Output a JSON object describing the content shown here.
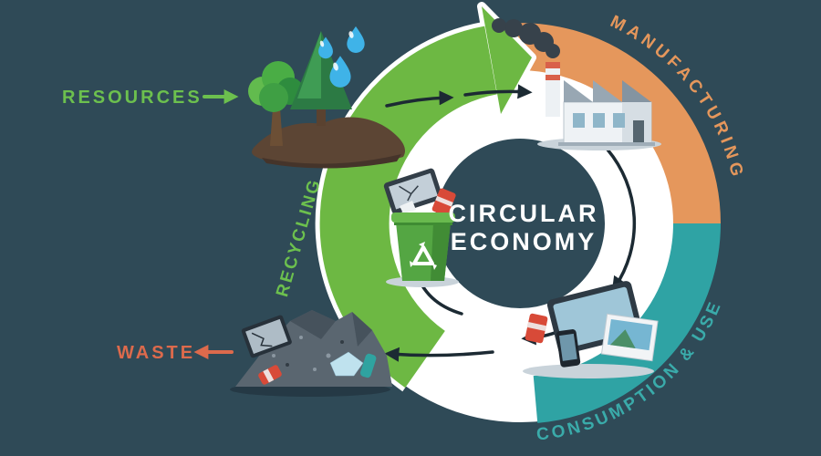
{
  "title": {
    "line1": "CIRCULAR",
    "line2": "ECONOMY"
  },
  "labels": {
    "resources": "RESOURCES",
    "manufacturing": "MANUFACTURING",
    "consumption_use": "CONSUMPTION & USE",
    "recycling": "RECYCLING",
    "waste": "WASTE"
  },
  "diagram": {
    "type": "cycle",
    "stages": [
      {
        "label": "RESOURCES",
        "role": "input"
      },
      {
        "label": "MANUFACTURING",
        "role": "stage"
      },
      {
        "label": "CONSUMPTION & USE",
        "role": "stage"
      },
      {
        "label": "RECYCLING",
        "role": "stage"
      },
      {
        "label": "WASTE",
        "role": "output"
      }
    ],
    "icons": [
      "trees-icon",
      "water-drops-icon",
      "factory-icon",
      "smoke-icon",
      "devices-icon",
      "recycle-bin-icon",
      "recycle-symbol-icon",
      "waste-pile-icon",
      "flow-arrow-icon"
    ]
  },
  "colors": {
    "background": "#2f4a57",
    "green": "#6cc04e",
    "green_band": "#6db843",
    "orange": "#e5975c",
    "teal": "#2fa3a4",
    "waste_orange": "#dd6a4c",
    "ring_white": "#ffffff",
    "flow_arrow_dark": "#1c2a33",
    "title_white": "#ffffff"
  }
}
